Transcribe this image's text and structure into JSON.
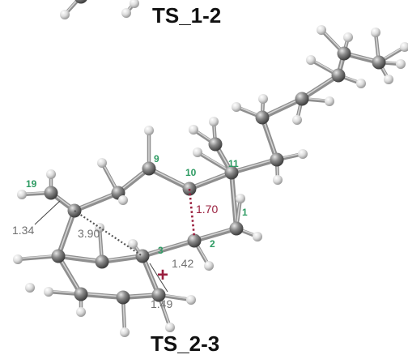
{
  "titles": {
    "top": "TS_1-2",
    "bottom": "TS_2-3"
  },
  "atom_labels": {
    "a1": "1",
    "a2": "2",
    "a3": "3",
    "a9": "9",
    "a10": "10",
    "a11": "11",
    "a19": "19"
  },
  "distances": {
    "d_1_10": "1.70",
    "d_3_19": "3.90",
    "d_19_h": "1.34",
    "d_2_3": "1.42",
    "d_3_c": "1.49"
  },
  "charge": "+",
  "colors": {
    "atom_label": "#2e9b63",
    "forming_bond": "#9a1f3e",
    "long_contact": "#555555",
    "distance_gray": "#707070",
    "charge": "#9a1f3e",
    "bond": "#9c9c9c",
    "carbon": "#707070",
    "hydrogen": "#d9d9d9"
  }
}
